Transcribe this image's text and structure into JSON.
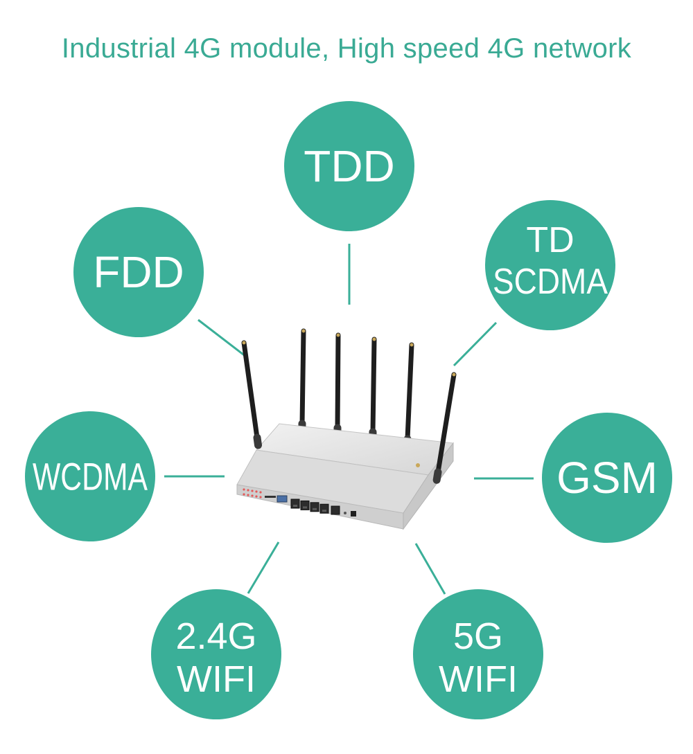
{
  "title": "Industrial 4G module, High speed 4G network",
  "colors": {
    "accent": "#3aaf98",
    "title": "#3aaa94",
    "connector": "#3aaf98",
    "router_body": "#e4e4e4",
    "antenna": "#1e1e1e"
  },
  "center_device": {
    "icon": "4g-router-icon",
    "antenna_count": 6,
    "lan_port_count": 4
  },
  "bubbles": [
    {
      "id": "tdd",
      "lines": [
        "TDD"
      ]
    },
    {
      "id": "fdd",
      "lines": [
        "FDD"
      ]
    },
    {
      "id": "td-scdma",
      "lines": [
        "TD",
        "SCDMA"
      ]
    },
    {
      "id": "wcdma",
      "lines": [
        "WCDMA"
      ]
    },
    {
      "id": "gsm",
      "lines": [
        "GSM"
      ]
    },
    {
      "id": "2-4g-wifi",
      "lines": [
        "2.4G",
        "WIFI"
      ]
    },
    {
      "id": "5g-wifi",
      "lines": [
        "5G",
        "WIFI"
      ]
    }
  ]
}
